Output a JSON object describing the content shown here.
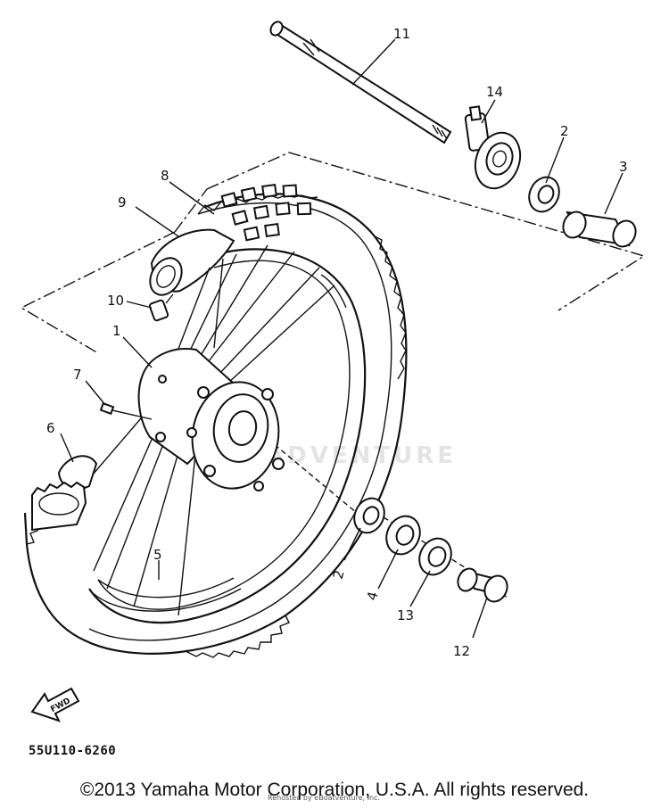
{
  "diagram": {
    "code": "55U110-6260",
    "copyright": "©2013 Yamaha Motor Corporation, U.S.A. All rights reserved.",
    "watermark": "ADVENTURE",
    "rehost_note": "Rehosted by eBoatventure, Inc.",
    "fwd_label": "FWD",
    "callouts": {
      "c1": "1",
      "c2a": "2",
      "c2b": "2",
      "c3": "3",
      "c4": "4",
      "c5": "5",
      "c6": "6",
      "c7": "7",
      "c8": "8",
      "c9": "9",
      "c10": "10",
      "c11": "11",
      "c12": "12",
      "c13": "13",
      "c14": "14"
    }
  }
}
